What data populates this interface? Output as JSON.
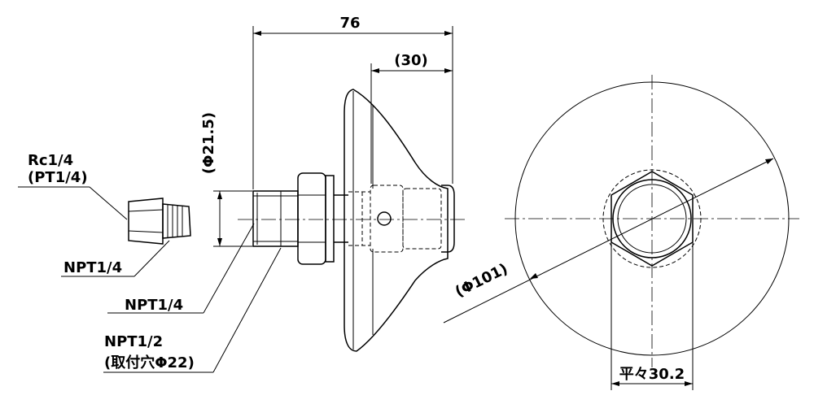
{
  "dimensions": {
    "overall_length": "76",
    "body_length": "(30)",
    "pipe_diameter": "(Φ21.5)",
    "flange_diameter": "(Φ101)",
    "hex_across_flats": "平々30.2"
  },
  "callouts": {
    "adapter_female_line1": "Rc1/4",
    "adapter_female_line2": "(PT1/4)",
    "adapter_male": "NPT1/4",
    "body_male": "NPT1/4",
    "mount_thread_line1": "NPT1/2",
    "mount_thread_line2": "(取付穴Φ22)"
  }
}
